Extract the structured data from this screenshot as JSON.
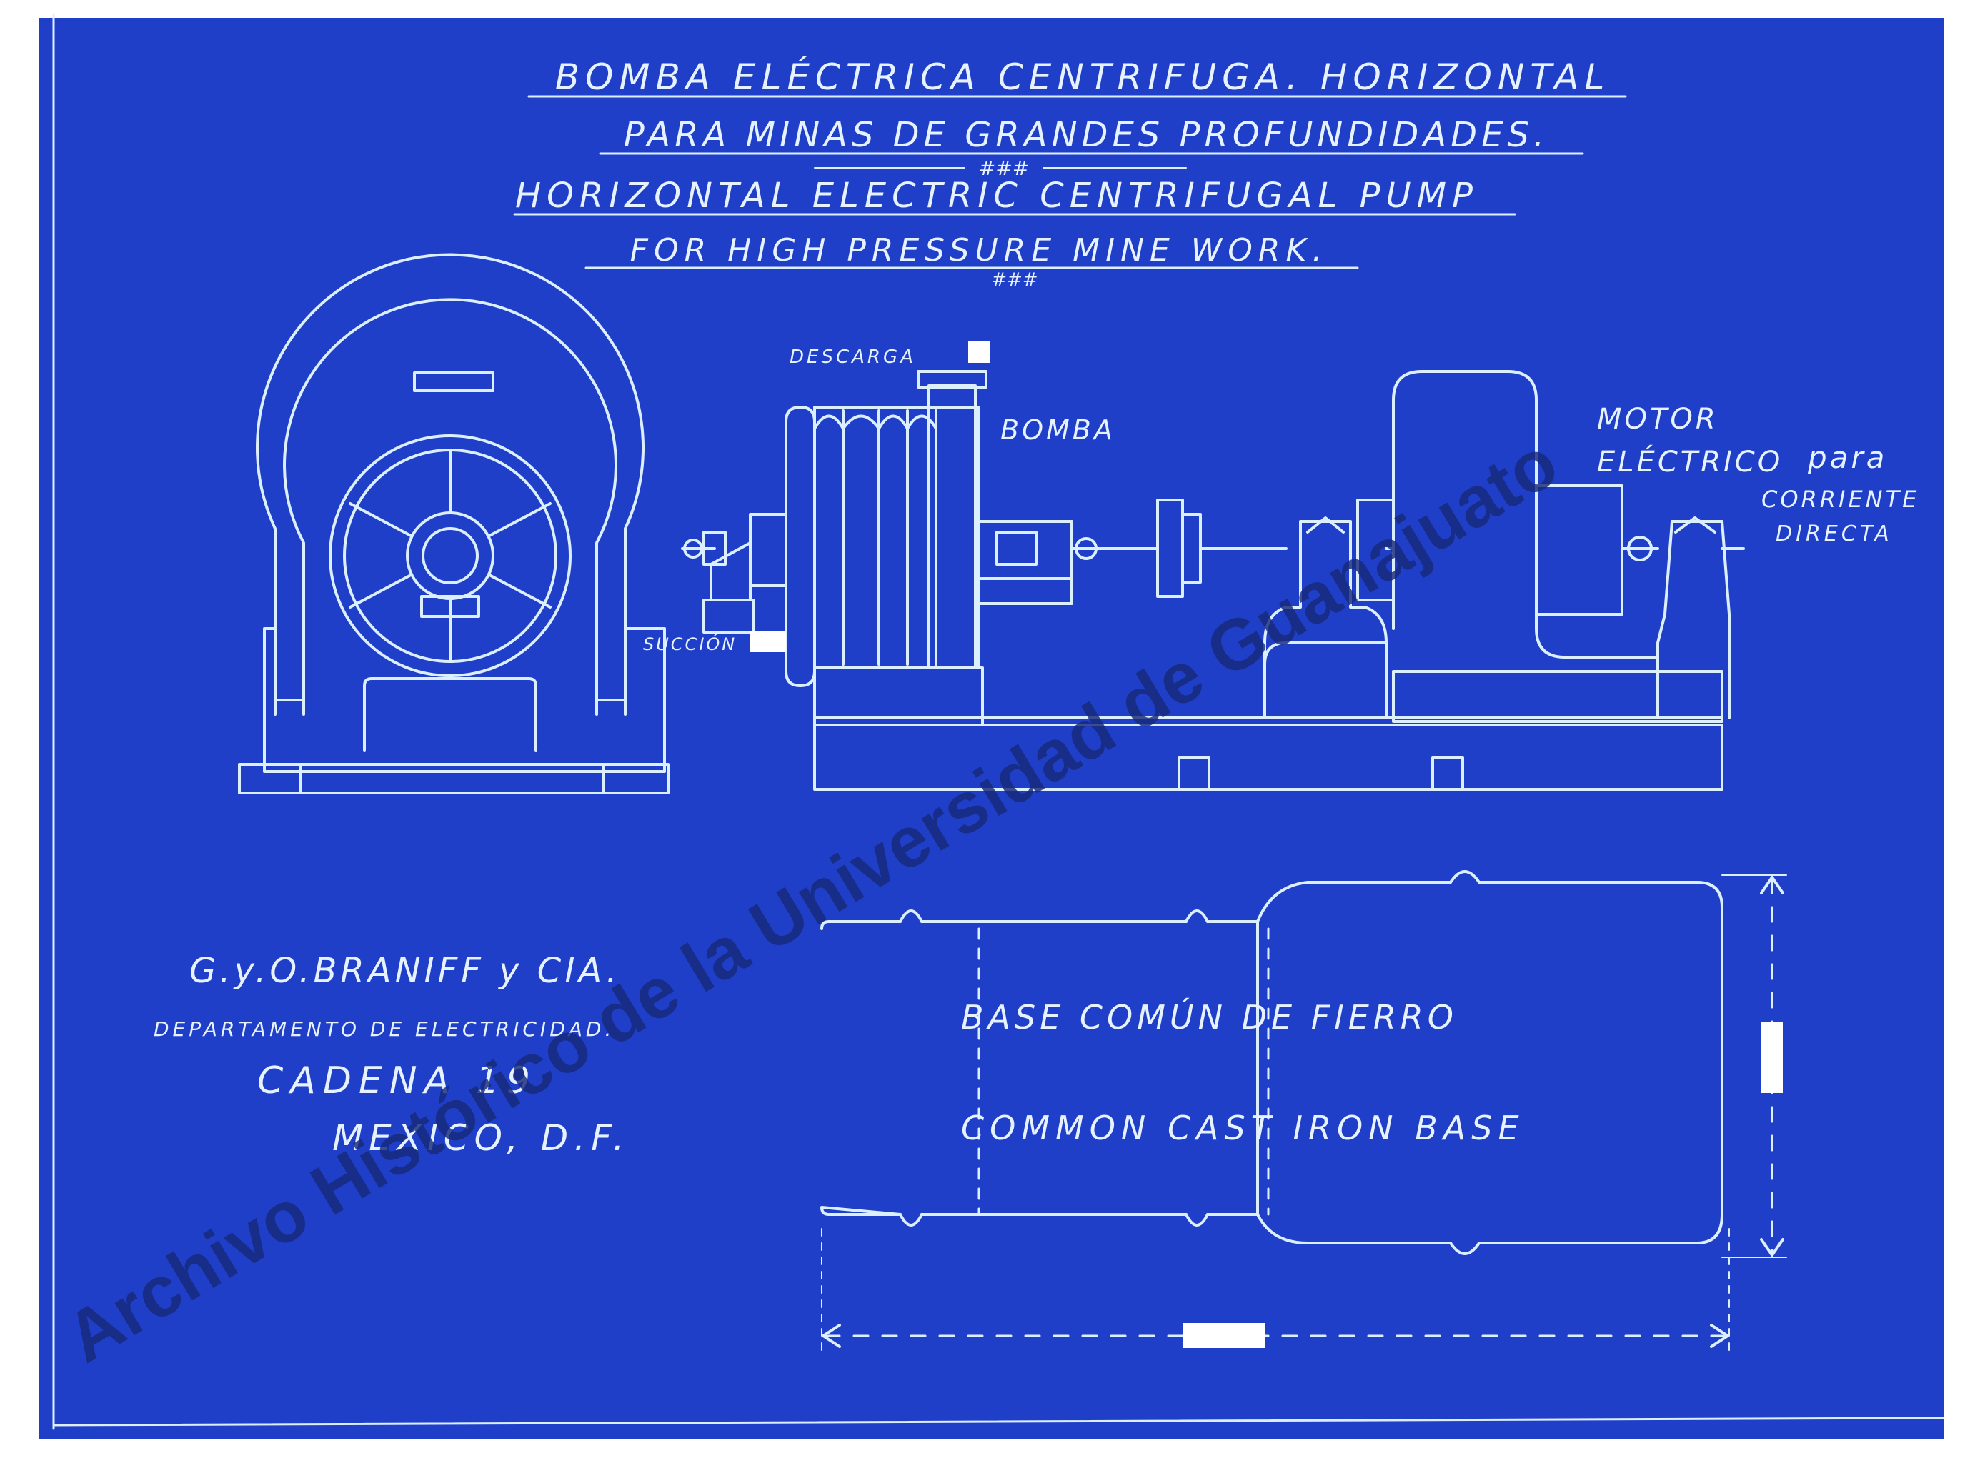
{
  "title": {
    "es_line1": "BOMBA ELÉCTRICA CENTRIFUGA. HORIZONTAL",
    "es_line2": "PARA MINAS DE GRANDES PROFUNDIDADES.",
    "separator": "###",
    "en_line1": "HORIZONTAL ELECTRIC CENTRIFUGAL PUMP",
    "en_line2": "FOR HIGH PRESSURE MINE WORK."
  },
  "labels": {
    "descarga": "DESCARGA",
    "bomba": "BOMBA",
    "succion": "SUCCIÓN",
    "motor_line1": "MOTOR",
    "motor_line2": "ELÉCTRICO",
    "motor_para": "para",
    "motor_line3": "CORRIENTE",
    "motor_line4": "DIRECTA",
    "base_es": "BASE COMÚN DE FIERRO",
    "base_en": "COMMON CAST IRON BASE"
  },
  "company": {
    "name": "G.y.O.BRANIFF y CIA.",
    "department": "DEPARTAMENTO DE ELECTRICIDAD.",
    "street": "CADENA 19",
    "city": "MEXICO, D.F."
  },
  "watermark": "Archivo Histórico de la Universidad de Guanajuato",
  "colors": {
    "blueprint": "#1f3fc9",
    "line": "#dcefff",
    "watermark": "#16297a",
    "label_box": "#ffffff"
  }
}
